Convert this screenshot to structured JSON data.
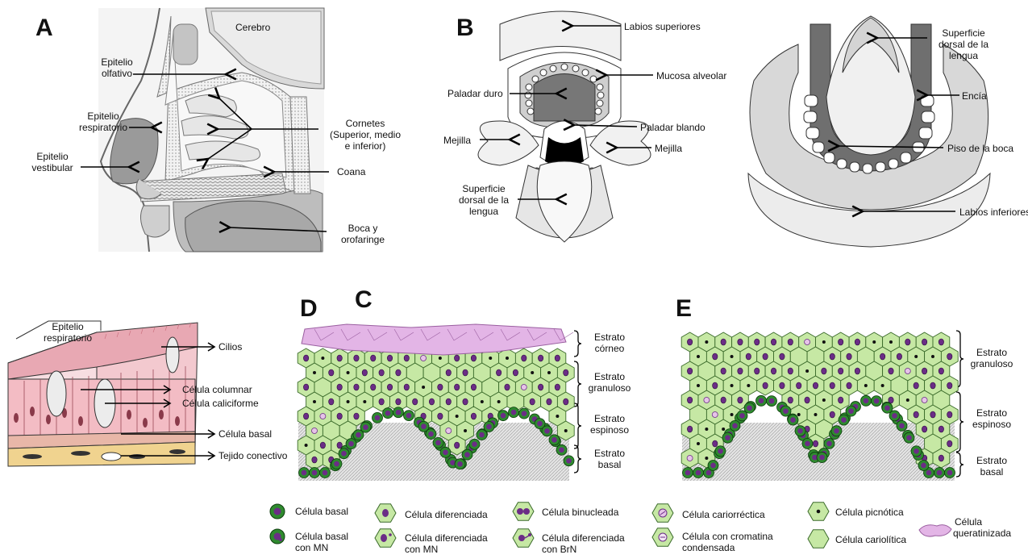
{
  "panels": {
    "A": "A",
    "B": "B",
    "C": "C",
    "D": "D",
    "E": "E"
  },
  "panelA": {
    "cerebro": "Cerebro",
    "epitelio_olfativo_1": "Epitelio",
    "epitelio_olfativo_2": "olfativo",
    "epitelio_respiratorio_1": "Epitelio",
    "epitelio_respiratorio_2": "respiratorio",
    "epitelio_vestibular_1": "Epitelio",
    "epitelio_vestibular_2": "vestibular",
    "cornetes_1": "Cornetes",
    "cornetes_2": "(Superior, medio",
    "cornetes_3": "e inferior)",
    "coana": "Coana",
    "boca_1": "Boca y",
    "boca_2": "orofaringe"
  },
  "panelB": {
    "labios_superiores": "Labios superiores",
    "mucosa_alveolar": "Mucosa alveolar",
    "paladar_duro": "Paladar duro",
    "paladar_blando": "Paladar blando",
    "mejilla_left": "Mejilla",
    "mejilla_right": "Mejilla",
    "superficie_1": "Superficie",
    "superficie_2": "dorsal de la",
    "superficie_3": "lengua",
    "sup_r_1": "Superficie",
    "sup_r_2": "dorsal de la",
    "sup_r_3": "lengua",
    "encia": "Encía",
    "piso": "Piso de la boca",
    "labios_inferiores": "Labios inferiores"
  },
  "panelC": {
    "epitelio_1": "Epitelio",
    "epitelio_2": "respiratorio",
    "cilios": "Cilios",
    "columnar": "Célula columnar",
    "caliciforme": "Célula caliciforme",
    "basal": "Célula basal",
    "conectivo": "Tejido conectivo"
  },
  "panelD": {
    "corneo_1": "Estrato",
    "corneo_2": "córneo",
    "gran_1": "Estrato",
    "gran_2": "granuloso",
    "esp_1": "Estrato",
    "esp_2": "espinoso",
    "bas_1": "Estrato",
    "bas_2": "basal"
  },
  "panelE": {
    "gran_1": "Estrato",
    "gran_2": "granuloso",
    "esp_1": "Estrato",
    "esp_2": "espinoso",
    "bas_1": "Estrato",
    "bas_2": "basal"
  },
  "legend": {
    "basal": "Célula basal",
    "basal_mn_1": "Célula basal",
    "basal_mn_2": "con MN",
    "diferenciada": "Célula diferenciada",
    "dif_mn_1": "Célula diferenciada",
    "dif_mn_2": "con MN",
    "binucleada": "Célula binucleada",
    "dif_brn_1": "Célula diferenciada",
    "dif_brn_2": "con BrN",
    "cariorrectica": "Célula cariorréctica",
    "cromatina_1": "Célula con cromatina",
    "cromatina_2": "condensada",
    "picnotica": "Célula picnótica",
    "cariolitica": "Célula cariolítica",
    "quer_1": "Célula",
    "quer_2": "queratinizada"
  },
  "colors": {
    "cell_fill": "#c6e8a4",
    "cell_stroke": "#3a6a2a",
    "nucleus": "#6b2d86",
    "basal_ring": "#2e8a2e",
    "keratin": "#e3b5e6",
    "pink_tissue": "#f0b7bf"
  }
}
